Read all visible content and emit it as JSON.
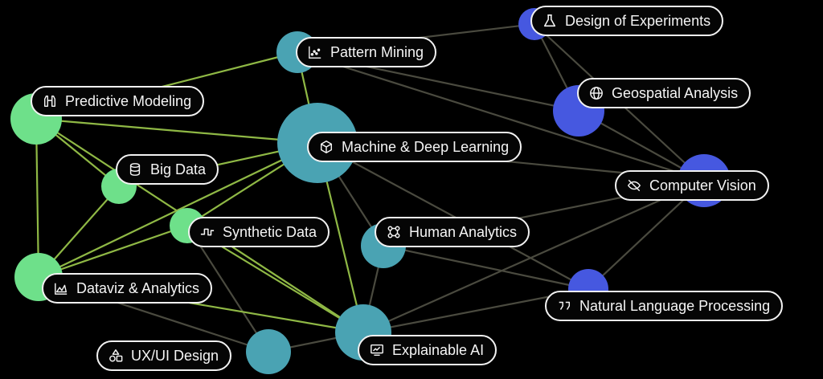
{
  "colors": {
    "background": "#000000",
    "green": "#6ee08a",
    "teal": "#4aa3b3",
    "blue": "#4658e0",
    "edge_green": "#8fb845",
    "edge_gray": "#4a4a3f",
    "pill_border": "#f2f2f2"
  },
  "nodes": [
    {
      "id": "design",
      "label": "Design of Experiments",
      "icon": "flask-icon",
      "color": "blue"
    },
    {
      "id": "pattern",
      "label": "Pattern Mining",
      "icon": "scatter-icon",
      "color": "teal"
    },
    {
      "id": "geo",
      "label": "Geospatial Analysis",
      "icon": "globe-icon",
      "color": "blue"
    },
    {
      "id": "predictive",
      "label": "Predictive Modeling",
      "icon": "binoculars-icon",
      "color": "green"
    },
    {
      "id": "ml",
      "label": "Machine & Deep Learning",
      "icon": "cube-icon",
      "color": "teal"
    },
    {
      "id": "bigdata",
      "label": "Big Data",
      "icon": "database-icon",
      "color": "green"
    },
    {
      "id": "cv",
      "label": "Computer Vision",
      "icon": "eye-off-icon",
      "color": "blue"
    },
    {
      "id": "synthetic",
      "label": "Synthetic Data",
      "icon": "waveform-icon",
      "color": "green"
    },
    {
      "id": "human",
      "label": "Human Analytics",
      "icon": "nodes-icon",
      "color": "teal"
    },
    {
      "id": "dataviz",
      "label": "Dataviz & Analytics",
      "icon": "area-chart-icon",
      "color": "green"
    },
    {
      "id": "nlp",
      "label": "Natural Language Processing",
      "icon": "quote-icon",
      "color": "blue"
    },
    {
      "id": "uxui",
      "label": "UX/UI Design",
      "icon": "shapes-icon",
      "color": "teal"
    },
    {
      "id": "xai",
      "label": "Explainable AI",
      "icon": "presentation-icon",
      "color": "teal"
    }
  ],
  "edges": [
    [
      "pattern",
      "design"
    ],
    [
      "pattern",
      "predictive"
    ],
    [
      "pattern",
      "ml"
    ],
    [
      "pattern",
      "geo"
    ],
    [
      "pattern",
      "cv"
    ],
    [
      "design",
      "geo"
    ],
    [
      "design",
      "cv"
    ],
    [
      "predictive",
      "bigdata"
    ],
    [
      "predictive",
      "dataviz"
    ],
    [
      "predictive",
      "ml"
    ],
    [
      "predictive",
      "xai"
    ],
    [
      "ml",
      "bigdata"
    ],
    [
      "ml",
      "synthetic"
    ],
    [
      "ml",
      "human"
    ],
    [
      "ml",
      "xai"
    ],
    [
      "ml",
      "cv"
    ],
    [
      "ml",
      "nlp"
    ],
    [
      "ml",
      "dataviz"
    ],
    [
      "bigdata",
      "dataviz"
    ],
    [
      "synthetic",
      "dataviz"
    ],
    [
      "synthetic",
      "xai"
    ],
    [
      "synthetic",
      "uxui"
    ],
    [
      "dataviz",
      "xai"
    ],
    [
      "human",
      "nlp"
    ],
    [
      "human",
      "xai"
    ],
    [
      "human",
      "cv"
    ],
    [
      "cv",
      "nlp"
    ],
    [
      "cv",
      "xai"
    ],
    [
      "geo",
      "cv"
    ],
    [
      "nlp",
      "xai"
    ],
    [
      "xai",
      "uxui"
    ],
    [
      "dataviz",
      "uxui"
    ]
  ]
}
